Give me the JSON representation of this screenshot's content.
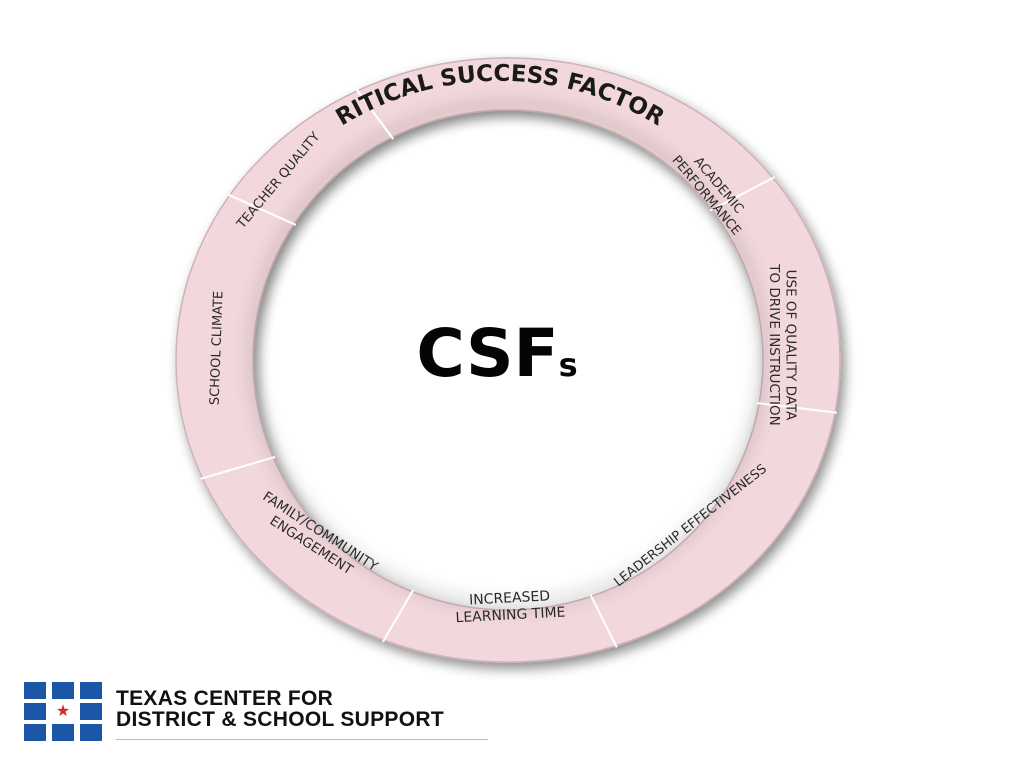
{
  "diagram": {
    "title": "CRITICAL SUCCESS FACTORS",
    "center_main": "CSF",
    "center_sub": "s",
    "segments": [
      {
        "lines": [
          "ACADEMIC",
          "PERFORMANCE"
        ]
      },
      {
        "lines": [
          "USE OF QUALITY DATA",
          "TO DRIVE INSTRUCTION"
        ]
      },
      {
        "lines": [
          "LEADERSHIP EFFECTIVENESS"
        ]
      },
      {
        "lines": [
          "INCREASED",
          "LEARNING TIME"
        ]
      },
      {
        "lines": [
          "FAMILY/COMMUNITY",
          "ENGAGEMENT"
        ]
      },
      {
        "lines": [
          "SCHOOL CLIMATE"
        ]
      },
      {
        "lines": [
          "TEACHER QUALITY"
        ]
      }
    ],
    "colors": {
      "ring_fill": "#f2d8dc",
      "ring_edge": "#cfb2b7",
      "divider": "#ffffff"
    }
  },
  "logo": {
    "line1": "TEXAS CENTER FOR",
    "line2": "DISTRICT & SCHOOL SUPPORT",
    "colors": {
      "squares": "#1b57a6",
      "star": "#d02a2a"
    }
  }
}
